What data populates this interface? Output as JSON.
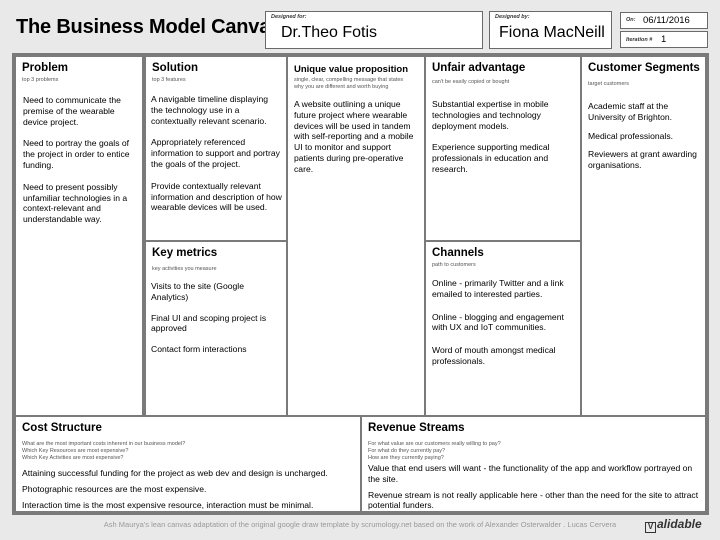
{
  "header": {
    "title": "The Business Model Canvas",
    "designed_for_label": "Designed for:",
    "designed_for": "Dr.Theo Fotis",
    "designed_by_label": "Designed by:",
    "designed_by": "Fiona MacNeill",
    "on_label": "On:",
    "date": "06/11/2016",
    "iteration_label": "Iteration #",
    "iteration": "1"
  },
  "problem": {
    "title": "Problem",
    "sub": "top 3 problems",
    "items": [
      "Need to communicate the premise of the wearable device project.",
      "Need to portray the goals of the project in order to entice funding.",
      "Need to present possibly unfamiliar technologies in a context-relevant and understandable way."
    ]
  },
  "solution": {
    "title": "Solution",
    "sub": "top 3 features",
    "items": [
      "A navigable timeline displaying the technology use in a contextually relevant scenario.",
      "Appropriately referenced information to support and portray the goals of the project.",
      "Provide contextually relevant information and description of how wearable devices will be used."
    ]
  },
  "key_metrics": {
    "title": "Key metrics",
    "sub": "key activities you measure",
    "items": [
      "Visits to the site (Google Analytics)",
      "Final UI and scoping project is approved",
      "Contact form interactions"
    ]
  },
  "uvp": {
    "title": "Unique value proposition",
    "sub1": "single, clear, compelling message that states",
    "sub2": "why you are different and worth buying",
    "items": [
      "A website outlining a unique future project where wearable devices will be used in tandem with self-reporting and a mobile UI to monitor and support patients during pre-operative care."
    ]
  },
  "unfair": {
    "title": "Unfair advantage",
    "sub": "can't be easily copied or bought",
    "items": [
      "Substantial expertise in mobile technologies and technology deployment models.",
      "Experience supporting medical professionals in education and research."
    ]
  },
  "channels": {
    "title": "Channels",
    "sub": "path to customers",
    "items": [
      "Online - primarily Twitter and a link emailed to interested parties.",
      "Online - blogging and engagement with UX and IoT communities.",
      "Word of mouth amongst medical professionals."
    ]
  },
  "segments": {
    "title": "Customer Segments",
    "sub": "target customers",
    "items": [
      "Academic staff at the University of Brighton.",
      "Medical professionals.",
      "Reviewers at grant awarding organisations."
    ]
  },
  "cost": {
    "title": "Cost Structure",
    "sub1": "What are the most important costs inherent in our business model?",
    "sub2": "Which Key Resources are most expensive?",
    "sub3": "Which Key Activities are most expensive?",
    "items": [
      "Attaining successful funding for the project as web dev and design is uncharged.",
      "Photographic resources are the most expensive.",
      "Interaction time is the most expensive resource, interaction must be minimal."
    ]
  },
  "revenue": {
    "title": "Revenue Streams",
    "sub1": "For what value are our customers really willing to pay?",
    "sub2": "For what do they currently pay?",
    "sub3": "How are they currently paying?",
    "items": [
      "Value that end users will want - the functionality of the app and workflow portrayed on the site.",
      "Revenue stream is not really applicable here - other than the need for the site to attract potential funders."
    ]
  },
  "footer": {
    "credit": "Ash Maurya's lean canvas adaptation of the original google draw template by scrumology.net based on the work of Alexander Osterwalder . Lucas Cervera",
    "logo": "alidable",
    "logo_mark": "V"
  }
}
